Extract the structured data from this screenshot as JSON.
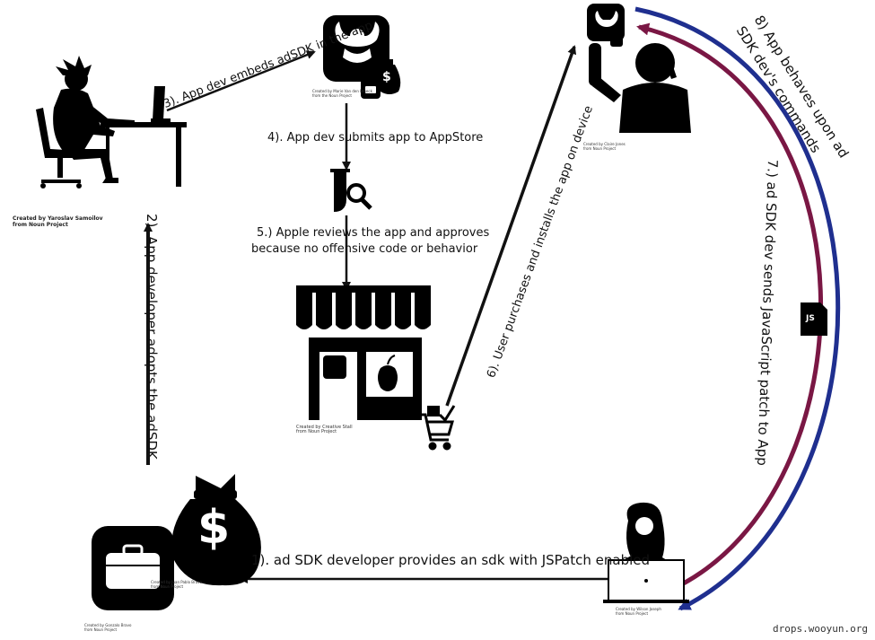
{
  "steps": {
    "s1": "1). ad SDK developer provides an sdk with JSPatch enabled",
    "s2": "2). App developer adopts the adSDK",
    "s3": "3). App dev embeds adSDK in the app",
    "s4": "4). App dev submits app to AppStore",
    "s5_line1": "5.) Apple reviews the app and approves",
    "s5_line2": "because no offensive code or behavior",
    "s6": "6). User purchases and installs the app on device",
    "s7": "7.) ad SDK dev sends JavaScript patch to App",
    "s8_line1": "8) App behaves upon ad",
    "s8_line2": "SDK dev's commands"
  },
  "credits": {
    "developer_line1": "Created by Yaroslav Samoilov",
    "developer_line2": "from Noun Project",
    "app_line1": "Created by Marie Van den Broeck",
    "app_line2": "from the Noun Project",
    "store_line1": "Created by Creative Stall",
    "store_line2": "from Noun Project",
    "user_line1": "Created by Claire Jones",
    "user_line2": "from Noun Project",
    "sdk_line1": "Created by Gonzalo Bravo",
    "sdk_line2": "from Noun Project",
    "bag_line1": "Created by Juan Pablo Bravo",
    "bag_line2": "from Noun Project",
    "hacker_line1": "Created by Wilson Joseph",
    "hacker_line2": "from Noun Project"
  },
  "js_badge": "JS",
  "dollar": "$",
  "watermark": "drops.wooyun.org",
  "colors": {
    "arrow_black": "#111111",
    "arrow_blue": "#1f2f8f",
    "arrow_maroon": "#7a1744"
  },
  "icons": [
    "developer-at-desk-icon",
    "viking-app-icon",
    "money-bag-icon",
    "magnifier-flask-icon",
    "appstore-shop-icon",
    "shopping-cart-icon",
    "user-with-phone-icon",
    "js-file-icon",
    "briefcase-app-icon",
    "hacker-laptop-icon"
  ]
}
